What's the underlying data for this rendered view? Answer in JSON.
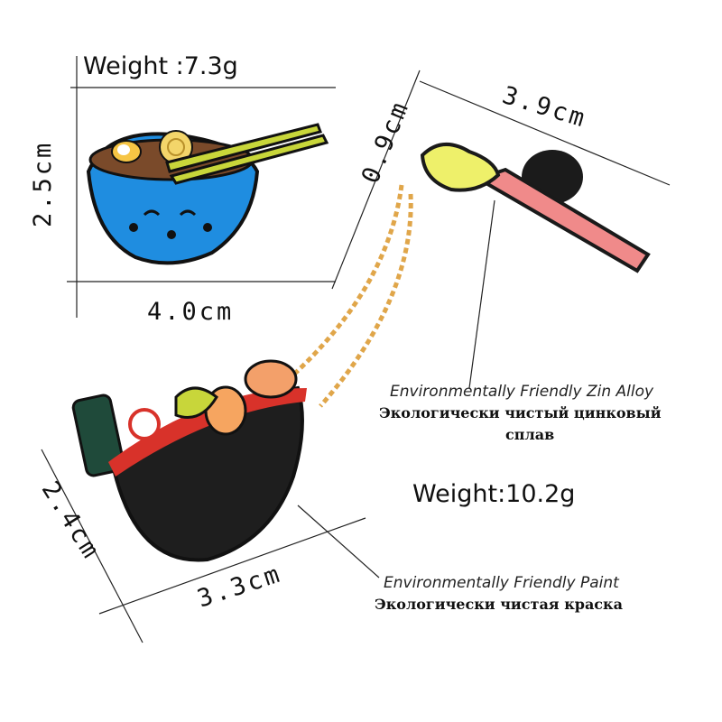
{
  "pin_small": {
    "weight_label": "Weight :7.3g",
    "width_label": "4.0cm",
    "height_label": "2.5cm"
  },
  "pin_large": {
    "weight_label": "Weight:10.2g",
    "chopstick_width_label": "3.9cm",
    "chopstick_height_label": "0.9cm",
    "bowl_width_label": "3.3cm",
    "bowl_height_label": "2.4cm"
  },
  "features": {
    "alloy_en": "Environmentally Friendly Zin Alloy",
    "alloy_ru_line1": "Экологически чистый цинковый",
    "alloy_ru_line2": "сплав",
    "paint_en": "Environmentally Friendly Paint",
    "paint_ru": "Экологически чистая краска"
  },
  "colors": {
    "background": "#ffffff",
    "small_bowl_blue": "#1f8de0",
    "chopstick_yellow": "#c8d63a",
    "large_bowl_black": "#1e1e1e",
    "bowl_rim_red": "#d8322a",
    "chain_gold": "#e0a64a",
    "chopstick_pink": "#f08a8a"
  }
}
